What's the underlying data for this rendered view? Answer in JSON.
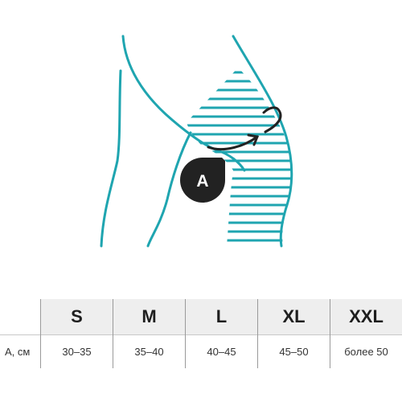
{
  "colors": {
    "teal": "#1fa5b0",
    "badge": "#222222",
    "arrow": "#222222",
    "table_shade": "#eeeeee"
  },
  "illustration": {
    "badge_letter": "A"
  },
  "table": {
    "sizes": [
      "S",
      "M",
      "L",
      "XL",
      "XXL"
    ],
    "row_label": "A, см",
    "values": [
      "30–35",
      "35–40",
      "40–45",
      "45–50",
      "более 50"
    ]
  }
}
